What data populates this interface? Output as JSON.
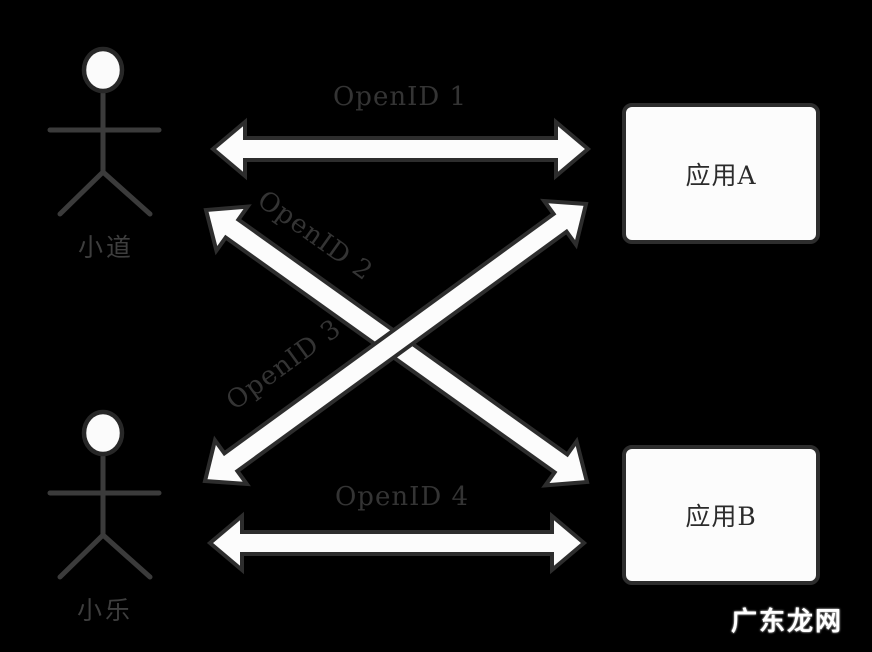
{
  "diagram": {
    "title": "",
    "actors": [
      {
        "name": "小道"
      },
      {
        "name": "小乐"
      }
    ],
    "applications": [
      {
        "name": "应用A"
      },
      {
        "name": "应用B"
      }
    ],
    "connections": [
      {
        "label": "OpenID 1",
        "from": "小道",
        "to": "应用A",
        "bidirectional": true
      },
      {
        "label": "OpenID 2",
        "from": "小道",
        "to": "应用B",
        "bidirectional": true
      },
      {
        "label": "OpenID 3",
        "from": "小乐",
        "to": "应用A",
        "bidirectional": true
      },
      {
        "label": "OpenID 4",
        "from": "小乐",
        "to": "应用B",
        "bidirectional": true
      }
    ],
    "watermark": "广东龙网",
    "colors": {
      "background": "#000000",
      "arrow_fill": "#fcfcfc",
      "arrow_outline": "#2d2d2d",
      "connection_label_text": "#343434",
      "actor_name_text": "#3e3e3e",
      "figure_line": "#3b3b3b",
      "figure_head_fill": "#fbfbfb",
      "box_fill": "#fcfcfc",
      "box_border": "#2d2d2d",
      "box_text": "#2b2b2b",
      "watermark_text": "#ffffff"
    }
  }
}
